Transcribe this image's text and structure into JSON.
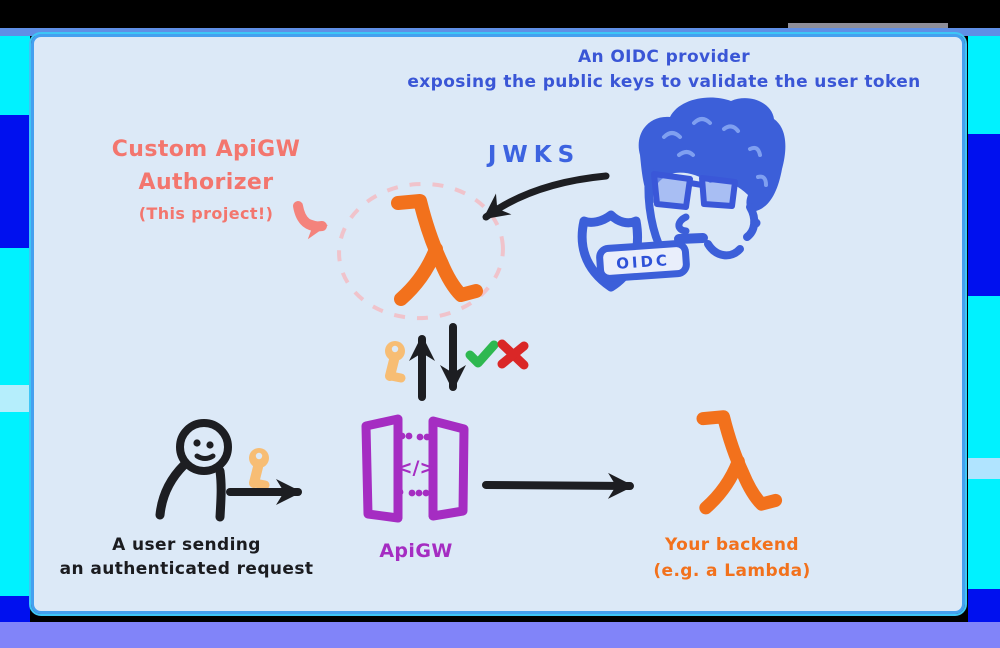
{
  "title": {
    "line1": "An OIDC provider",
    "line2": "exposing the public keys to validate the user token"
  },
  "authorizer": {
    "line1": "Custom ApiGW",
    "line2": "Authorizer",
    "note": "(This project!)"
  },
  "jwks_label": "JWKS",
  "oidc_badge": "OIDC",
  "apigw": {
    "label": "ApiGW",
    "code_glyph": "</>"
  },
  "user": {
    "line1": "A user sending",
    "line2": "an authenticated request"
  },
  "backend": {
    "line1": "Your backend",
    "line2": "(e.g. a Lambda)"
  },
  "colors": {
    "canvas_bg": "#dce9f7",
    "canvas_border": "#45a0ef",
    "ink_blue": "#3c5fd9",
    "text_blue": "#3a56d6",
    "salmon": "#f3766e",
    "orange": "#f2711c",
    "purple": "#a52dc2",
    "black_ink": "#1d1e22",
    "key_yellow": "#f7bd74",
    "check_green": "#2eb850",
    "x_red": "#da2727",
    "dashed_pink": "#f0c3cb",
    "frame_cyan": "#00f2ff",
    "frame_blue": "#0010ef",
    "frame_purple": "#8184f9",
    "frame_black": "#000000"
  }
}
